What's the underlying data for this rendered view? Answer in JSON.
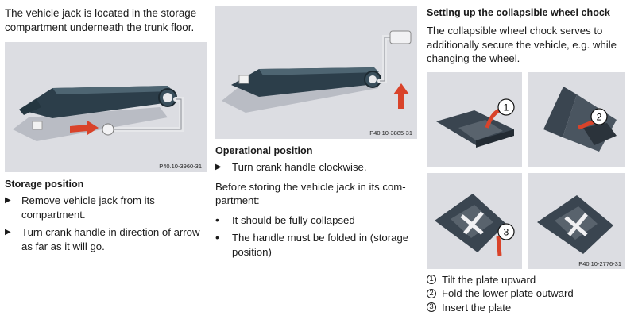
{
  "col1": {
    "intro": "The vehicle jack is located in the storage compartment underneath the trunk floor.",
    "figure_code": "P40.10-3960-31",
    "heading": "Storage position",
    "steps": [
      "Remove vehicle jack from its compartment.",
      "Turn crank handle in direction of arrow as far as it will go."
    ]
  },
  "col2": {
    "figure_code": "P40.10-3885-31",
    "heading": "Operational position",
    "step": "Turn crank handle clockwise.",
    "before_text": "Before storing the vehicle jack in its com-partment:",
    "bullets": [
      "It should be fully collapsed",
      "The handle must be folded in (storage position)"
    ]
  },
  "col3": {
    "heading": "Setting up the collapsible wheel chock",
    "intro": "The collapsible wheel chock serves to additionally secure the vehicle, e.g. while changing the wheel.",
    "figure_code": "P40.10-2776-31",
    "callouts": [
      "1",
      "2",
      "3"
    ],
    "legend": [
      {
        "num": "1",
        "text": "Tilt the plate upward"
      },
      {
        "num": "2",
        "text": "Fold the lower plate outward"
      },
      {
        "num": "3",
        "text": "Insert the plate"
      }
    ]
  },
  "markers": {
    "arrow": "▶",
    "bullet": "•"
  }
}
